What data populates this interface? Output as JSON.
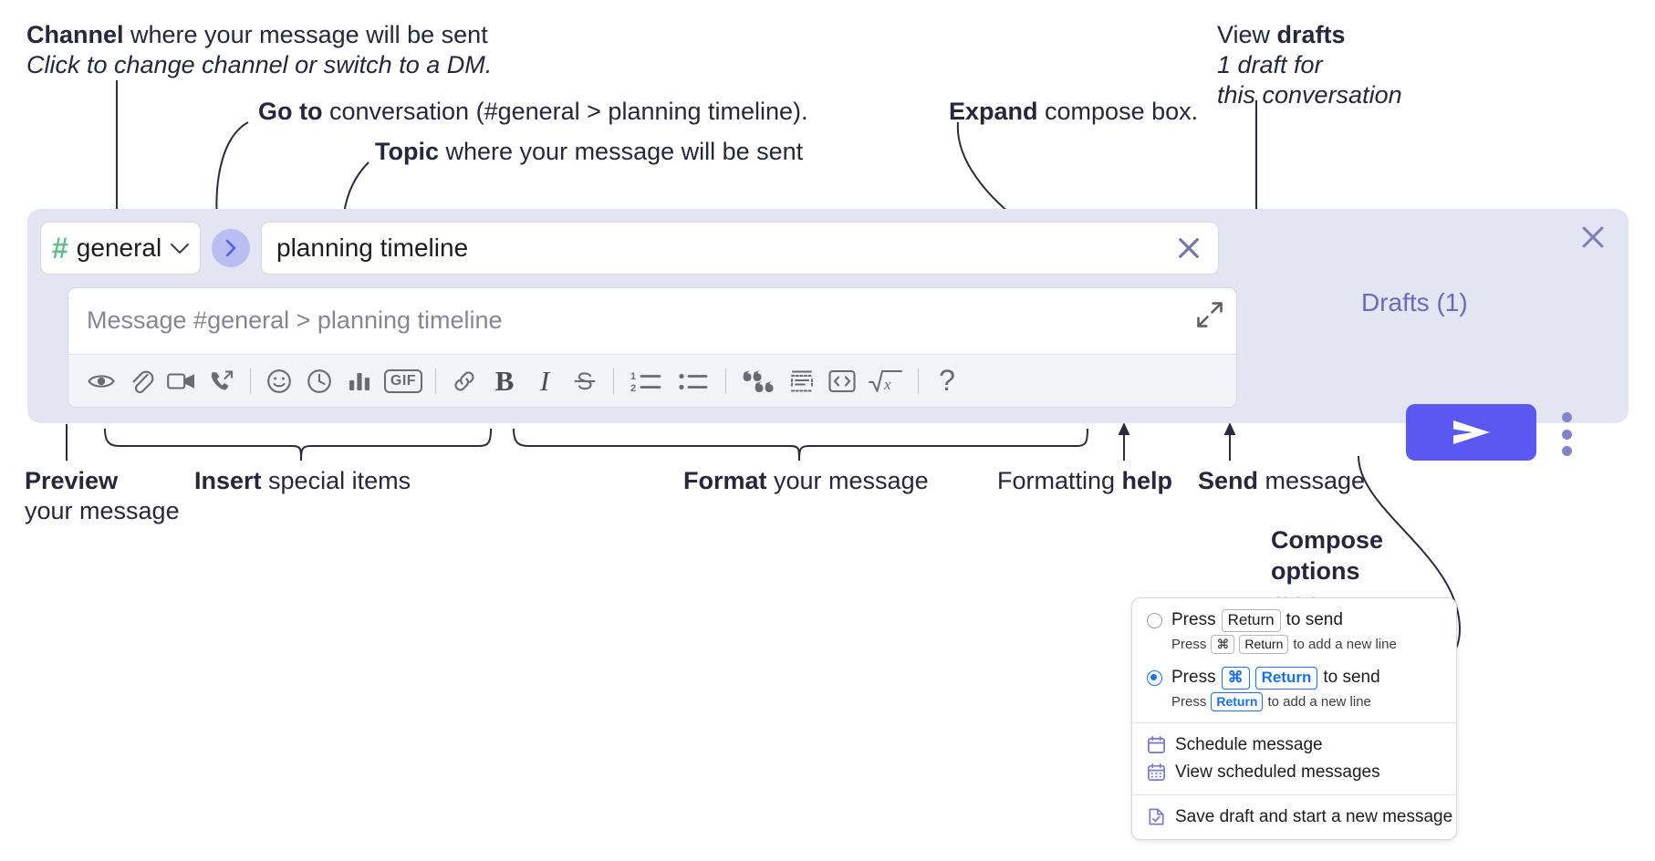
{
  "annotations": {
    "channel": {
      "bold": "Channel",
      "rest": " where your message will be sent",
      "italic": "Click to change channel or switch to a DM."
    },
    "goto": {
      "bold": "Go to",
      "rest": " conversation (#general > planning timeline)."
    },
    "topic": {
      "bold": "Topic",
      "rest": " where your message will be sent"
    },
    "expand": {
      "bold": "Expand",
      "rest": " compose box."
    },
    "drafts": {
      "rest": "View ",
      "bold": "drafts",
      "italic1": "1 draft for",
      "italic2": "this conversation"
    },
    "preview": {
      "bold": "Preview",
      "rest": "your message"
    },
    "insert": {
      "bold": "Insert",
      "rest": " special items"
    },
    "format": {
      "bold": "Format",
      "rest": " your message"
    },
    "help": {
      "rest": "Formatting ",
      "bold": "help"
    },
    "send": {
      "bold": "Send",
      "rest": " message"
    },
    "compose_options": {
      "line1": "Compose",
      "line2": "options",
      "line3": "menu"
    }
  },
  "compose": {
    "channel_name": "general",
    "hash_symbol": "#",
    "topic_value": "planning timeline",
    "message_placeholder": "Message #general > planning timeline",
    "drafts_label": "Drafts (1)",
    "toolbar_icons": [
      {
        "name": "preview-eye-icon",
        "label": "Preview"
      },
      {
        "name": "attachment-paperclip-icon",
        "label": "Attach file"
      },
      {
        "name": "video-camera-icon",
        "label": "Record video clip"
      },
      {
        "name": "phone-call-icon",
        "label": "Audio clip"
      },
      {
        "name": "emoji-smiley-icon",
        "label": "Emoji"
      },
      {
        "name": "clock-icon",
        "label": "Reminder"
      },
      {
        "name": "poll-bar-chart-icon",
        "label": "Poll"
      },
      {
        "name": "gif-icon",
        "label": "GIF"
      },
      {
        "name": "link-icon",
        "label": "Link"
      },
      {
        "name": "bold-icon",
        "label": "Bold"
      },
      {
        "name": "italic-icon",
        "label": "Italic"
      },
      {
        "name": "strikethrough-icon",
        "label": "Strikethrough"
      },
      {
        "name": "ordered-list-icon",
        "label": "Ordered list"
      },
      {
        "name": "bulleted-list-icon",
        "label": "Bulleted list"
      },
      {
        "name": "blockquote-icon",
        "label": "Blockquote"
      },
      {
        "name": "code-block-icon",
        "label": "Code block"
      },
      {
        "name": "code-snippet-icon",
        "label": "Code snippet"
      },
      {
        "name": "math-sqrt-icon",
        "label": "Math"
      },
      {
        "name": "help-question-icon",
        "label": "Formatting help"
      }
    ],
    "gif_label": "GIF",
    "bold_glyph": "B",
    "italic_glyph": "I",
    "help_glyph": "?"
  },
  "options_menu": {
    "option1": {
      "press": "Press",
      "key": "Return",
      "tail": "to send",
      "sub_press": "Press",
      "sub_key1": "⌘",
      "sub_key2": "Return",
      "sub_tail": "to add a new line",
      "selected": false
    },
    "option2": {
      "press": "Press",
      "key1": "⌘",
      "key2": "Return",
      "tail": "to send",
      "sub_press": "Press",
      "sub_key": "Return",
      "sub_tail": "to add a new line",
      "selected": true
    },
    "items": [
      {
        "label": "Schedule message",
        "icon": "calendar-icon"
      },
      {
        "label": "View scheduled messages",
        "icon": "calendar-grid-icon"
      },
      {
        "label": "Save draft and start a new message",
        "icon": "saved-draft-icon"
      }
    ]
  },
  "colors": {
    "panel_bg": "#e3e5f2",
    "send_button": "#5b57f2",
    "hash_green": "#5cc08c",
    "drafts_text": "#6a69bf",
    "accent_blue": "#1a72e8"
  }
}
